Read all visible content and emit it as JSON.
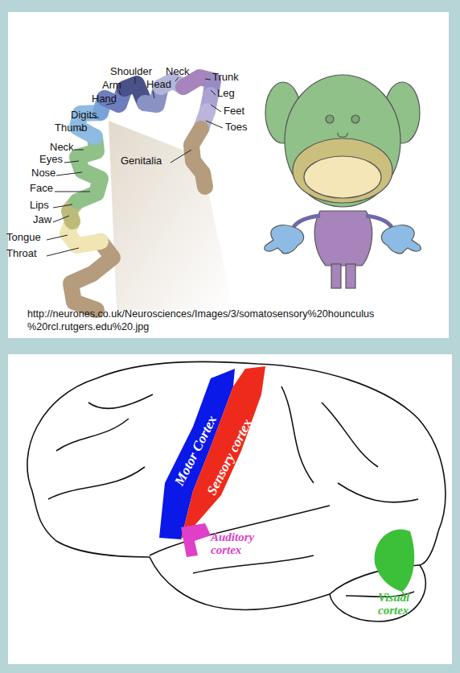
{
  "diagram": {
    "labels": [
      "Shoulder",
      "Neck",
      "Head",
      "Trunk",
      "Arm",
      "Leg",
      "Hand",
      "Feet",
      "Digits",
      "Toes",
      "Thumb",
      "Neck",
      "Eyes",
      "Genitalia",
      "Nose",
      "Face",
      "Lips",
      "Jaw",
      "Tongue",
      "Throat",
      "http://neurones.co.uk/Neurosciences/Images/3/somatosensory%20hounculus %20rcl.rutgers.edu%20.jpg",
      "Motor Cortex",
      "Sensory cortex",
      "Auditory cortex",
      "Visual cortex"
    ]
  }
}
